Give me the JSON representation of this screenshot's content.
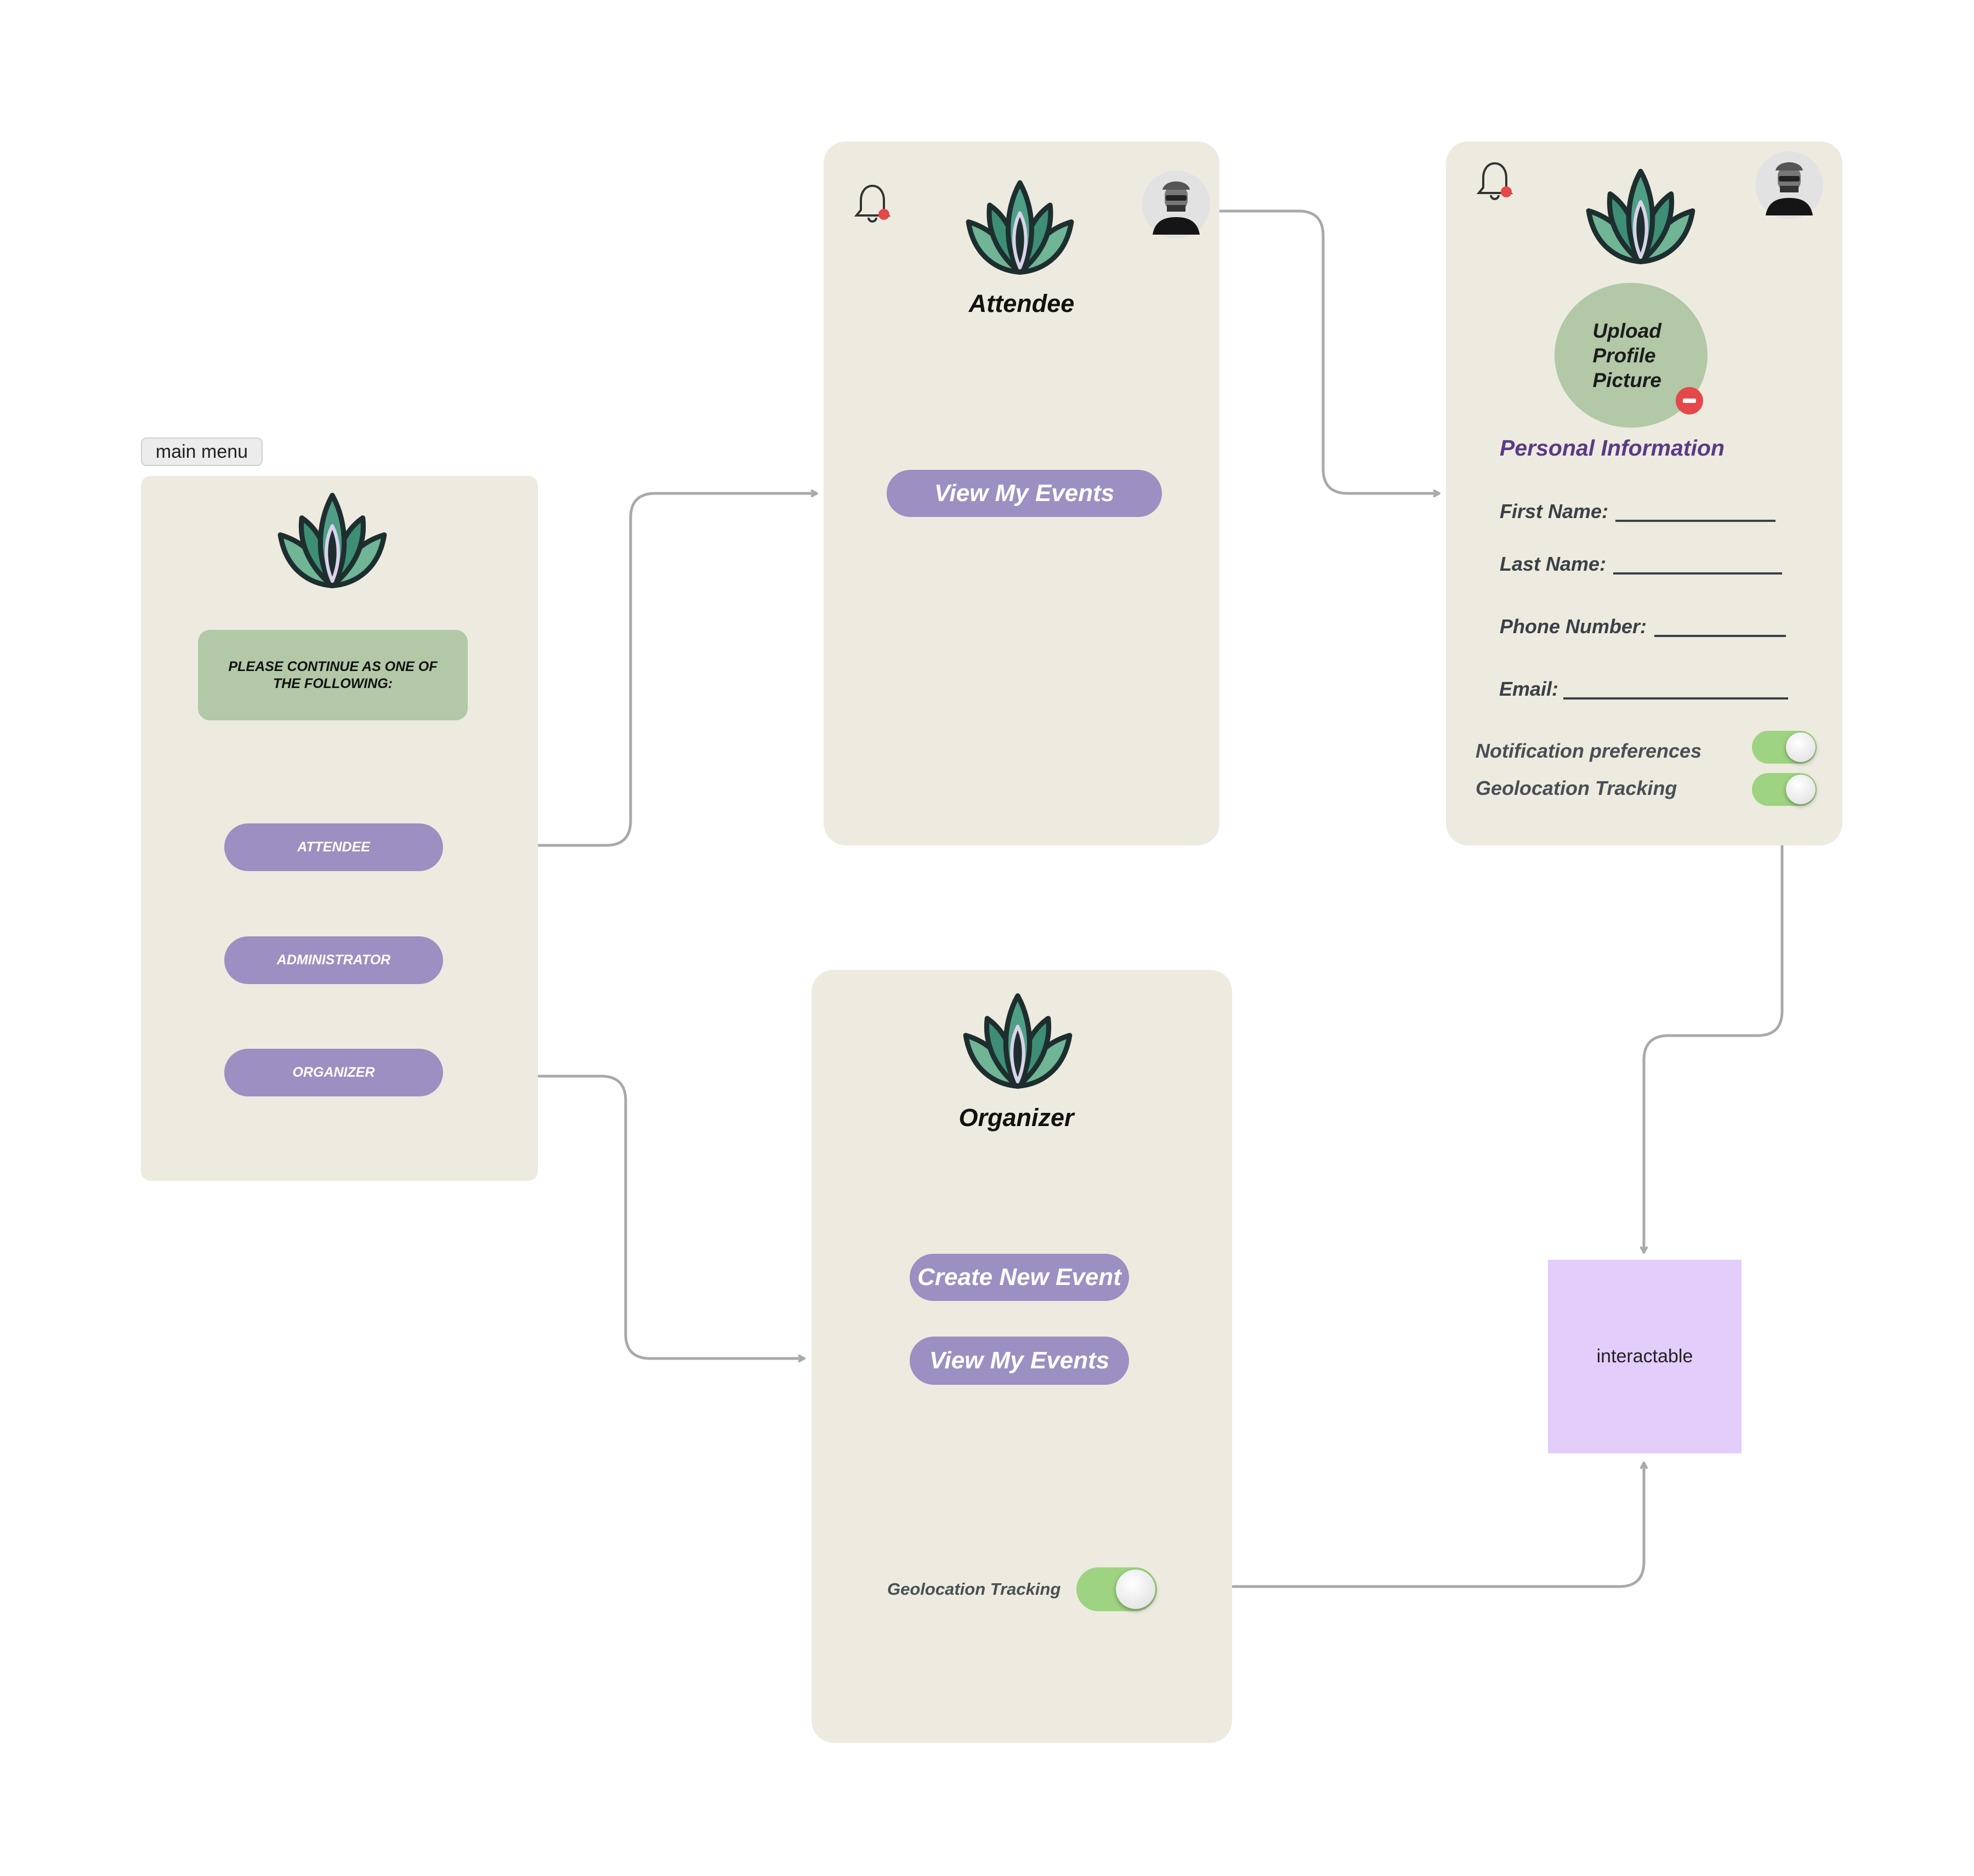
{
  "main_menu": {
    "frame_label": "main menu",
    "prompt": "PLEASE CONTINUE AS ONE OF THE FOLLOWING:",
    "buttons": [
      "ATTENDEE",
      "ADMINISTRATOR",
      "ORGANIZER"
    ]
  },
  "attendee": {
    "title": "Attendee",
    "view_events": "View My Events"
  },
  "organizer": {
    "title": "Organizer",
    "create_event": "Create New Event",
    "view_events": "View My Events",
    "geolocation_label": "Geolocation Tracking",
    "geolocation_on": true
  },
  "profile": {
    "upload_picture": "Upload Profile Picture",
    "section_title": "Personal Information",
    "fields": [
      "First Name:",
      "Last Name:",
      "Phone Number:",
      "Email:"
    ],
    "notification_label": "Notification preferences",
    "geolocation_label": "Geolocation Tracking",
    "notification_on": true,
    "geolocation_on": true
  },
  "note": {
    "text": "interactable"
  },
  "colors": {
    "frame": "#edebdf",
    "button": "#9c8fc1",
    "prompt_box": "#b2c8a7",
    "toggle_on": "#9ed381",
    "section_title": "#5a3a86",
    "note_bg": "#e3cdfb",
    "badge_red": "#e4484b",
    "wire": "#a9a9a9"
  },
  "icons": [
    "lotus-logo-icon",
    "bell-icon",
    "avatar-icon",
    "minus-badge-icon",
    "arrow-head-icon"
  ]
}
